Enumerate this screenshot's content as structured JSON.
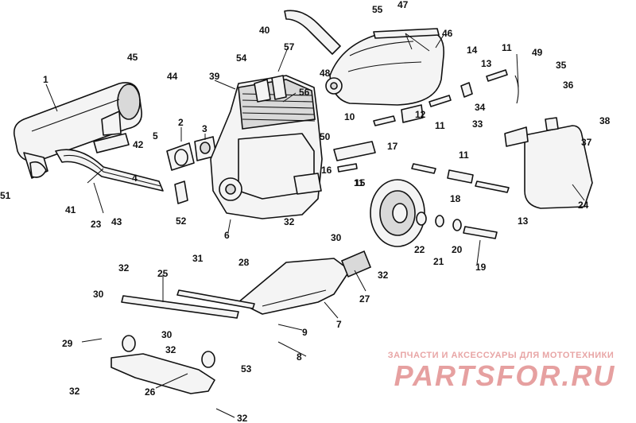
{
  "watermark": {
    "caption": "ЗАПЧАСТИ И АКСЕССУАРЫ ДЛЯ МОТОТЕХНИКИ",
    "logo": "PARTSFOR.RU",
    "color": "#e6a0a0"
  },
  "callouts": [
    "1",
    "2",
    "3",
    "4",
    "5",
    "6",
    "7",
    "8",
    "9",
    "10",
    "11",
    "11",
    "11",
    "11",
    "12",
    "13",
    "13",
    "14",
    "15",
    "16",
    "17",
    "18",
    "19",
    "20",
    "21",
    "22",
    "23",
    "24",
    "25",
    "26",
    "27",
    "28",
    "29",
    "30",
    "30",
    "30",
    "31",
    "32",
    "32",
    "32",
    "32",
    "32",
    "32",
    "33",
    "34",
    "35",
    "36",
    "37",
    "38",
    "39",
    "40",
    "41",
    "42",
    "43",
    "44",
    "45",
    "46",
    "47",
    "48",
    "49",
    "50",
    "51",
    "52",
    "53",
    "54",
    "55",
    "56",
    "57"
  ]
}
